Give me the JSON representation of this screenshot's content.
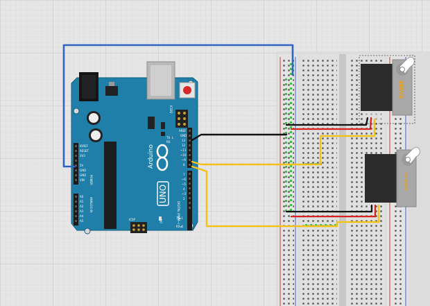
{
  "arduino": {
    "brand": "Arduino",
    "model": "UNO",
    "aref_label": "AREF",
    "gnd_label": "GND",
    "pin13_label": "13",
    "pin12_label": "12",
    "pin11_label": "~11",
    "pin10_label": "~10",
    "pin9_label": "~9",
    "pin8_label": "8",
    "pin7_label": "7",
    "pin6_label": "~6",
    "pin5_label": "~5",
    "pin4_label": "4",
    "pin3_label": "~3",
    "pin2_label": "2",
    "tx_label": "TX▸1",
    "rx_label": "RX◂0",
    "ioref_label": "IOREF",
    "reset_label": "RESET",
    "v33_label": "3V3",
    "v5_label": "5V",
    "gnd1_label": "GND",
    "gnd2_label": "GND",
    "vin_label": "VIN",
    "a0_label": "A0",
    "a1_label": "A1",
    "a2_label": "A2",
    "a3_label": "A3",
    "a4_label": "A4",
    "a5_label": "A5",
    "power_label": "POWER",
    "analog_label": "ANALOG IN",
    "digital_label": "DIGITAL (PWM~)",
    "icsp_label": "ICSP",
    "icsp2_label": "ICSP2",
    "tx_led": "TX",
    "rx_led": "RX",
    "l_led": "L",
    "on_label": "ON"
  },
  "servos": [
    {
      "label": "SERVO"
    },
    {
      "label": "SERVO"
    }
  ],
  "colors": {
    "background": "#e6e6e6",
    "board": "#1f7fa8",
    "wire_5v": "#2f63c4",
    "wire_gnd": "#111111",
    "wire_signal": "#f2c21a",
    "wire_red": "#d8221e"
  }
}
